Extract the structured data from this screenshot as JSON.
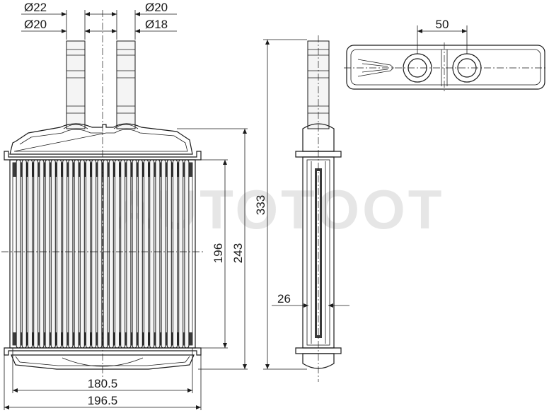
{
  "watermark": "AUTOTOOT",
  "dimensions": {
    "inlet_outer": "Ø22",
    "inlet_inner": "Ø20",
    "outlet_outer": "Ø20",
    "outlet_inner": "Ø18",
    "pipe_spacing": "50",
    "total_height": "333",
    "core_height": "243",
    "fin_height": "196",
    "thickness": "26",
    "core_width": "180.5",
    "total_width": "196.5"
  }
}
